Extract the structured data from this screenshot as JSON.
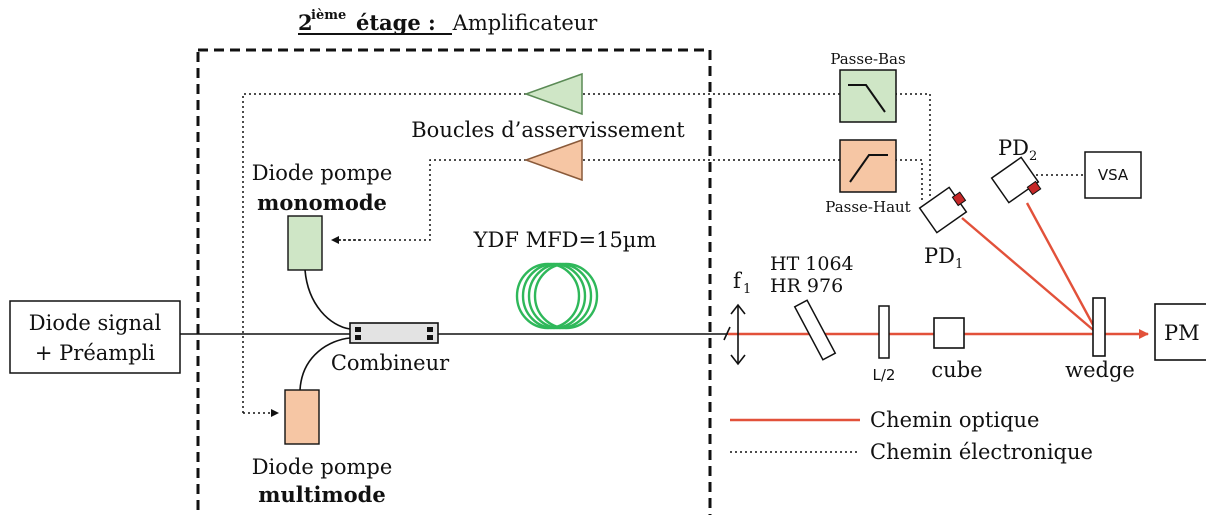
{
  "title": {
    "prefix": "2",
    "superscript": "ième",
    "word": "étage :",
    "rest": " Amplificateur"
  },
  "blocks": {
    "diode_signal_line1": "Diode signal",
    "diode_signal_line2": "+ Préampli",
    "pump_mono_line1": "Diode pompe",
    "pump_mono_line2": "monomode",
    "pump_multi_line1": "Diode pompe",
    "pump_multi_line2": "multimode",
    "combiner": "Combineur",
    "fiber": "YDF MFD=15µm",
    "loops": "Boucles d’asservissement",
    "lowpass": "Passe-Bas",
    "highpass": "Passe-Haut",
    "pd1_main": "PD",
    "pd1_sub": "1",
    "pd2_main": "PD",
    "pd2_sub": "2",
    "vsa": "VSA",
    "pm": "PM",
    "lens_main": "f",
    "lens_sub": "1",
    "mirror_line1": "HT 1064",
    "mirror_line2": "HR 976",
    "halfwave": "L/2",
    "cube": "cube",
    "wedge": "wedge"
  },
  "legend": {
    "optical": "Chemin optique",
    "electronic": "Chemin électronique"
  },
  "colors": {
    "optical_path": "#e2513a",
    "green_fill": "#cfe6c6",
    "green_stroke": "#5a8a55",
    "orange_fill": "#f6c6a4",
    "orange_stroke": "#8a5a3a",
    "fiber_coil": "#2fb85a",
    "detector_red": "#c62828"
  }
}
